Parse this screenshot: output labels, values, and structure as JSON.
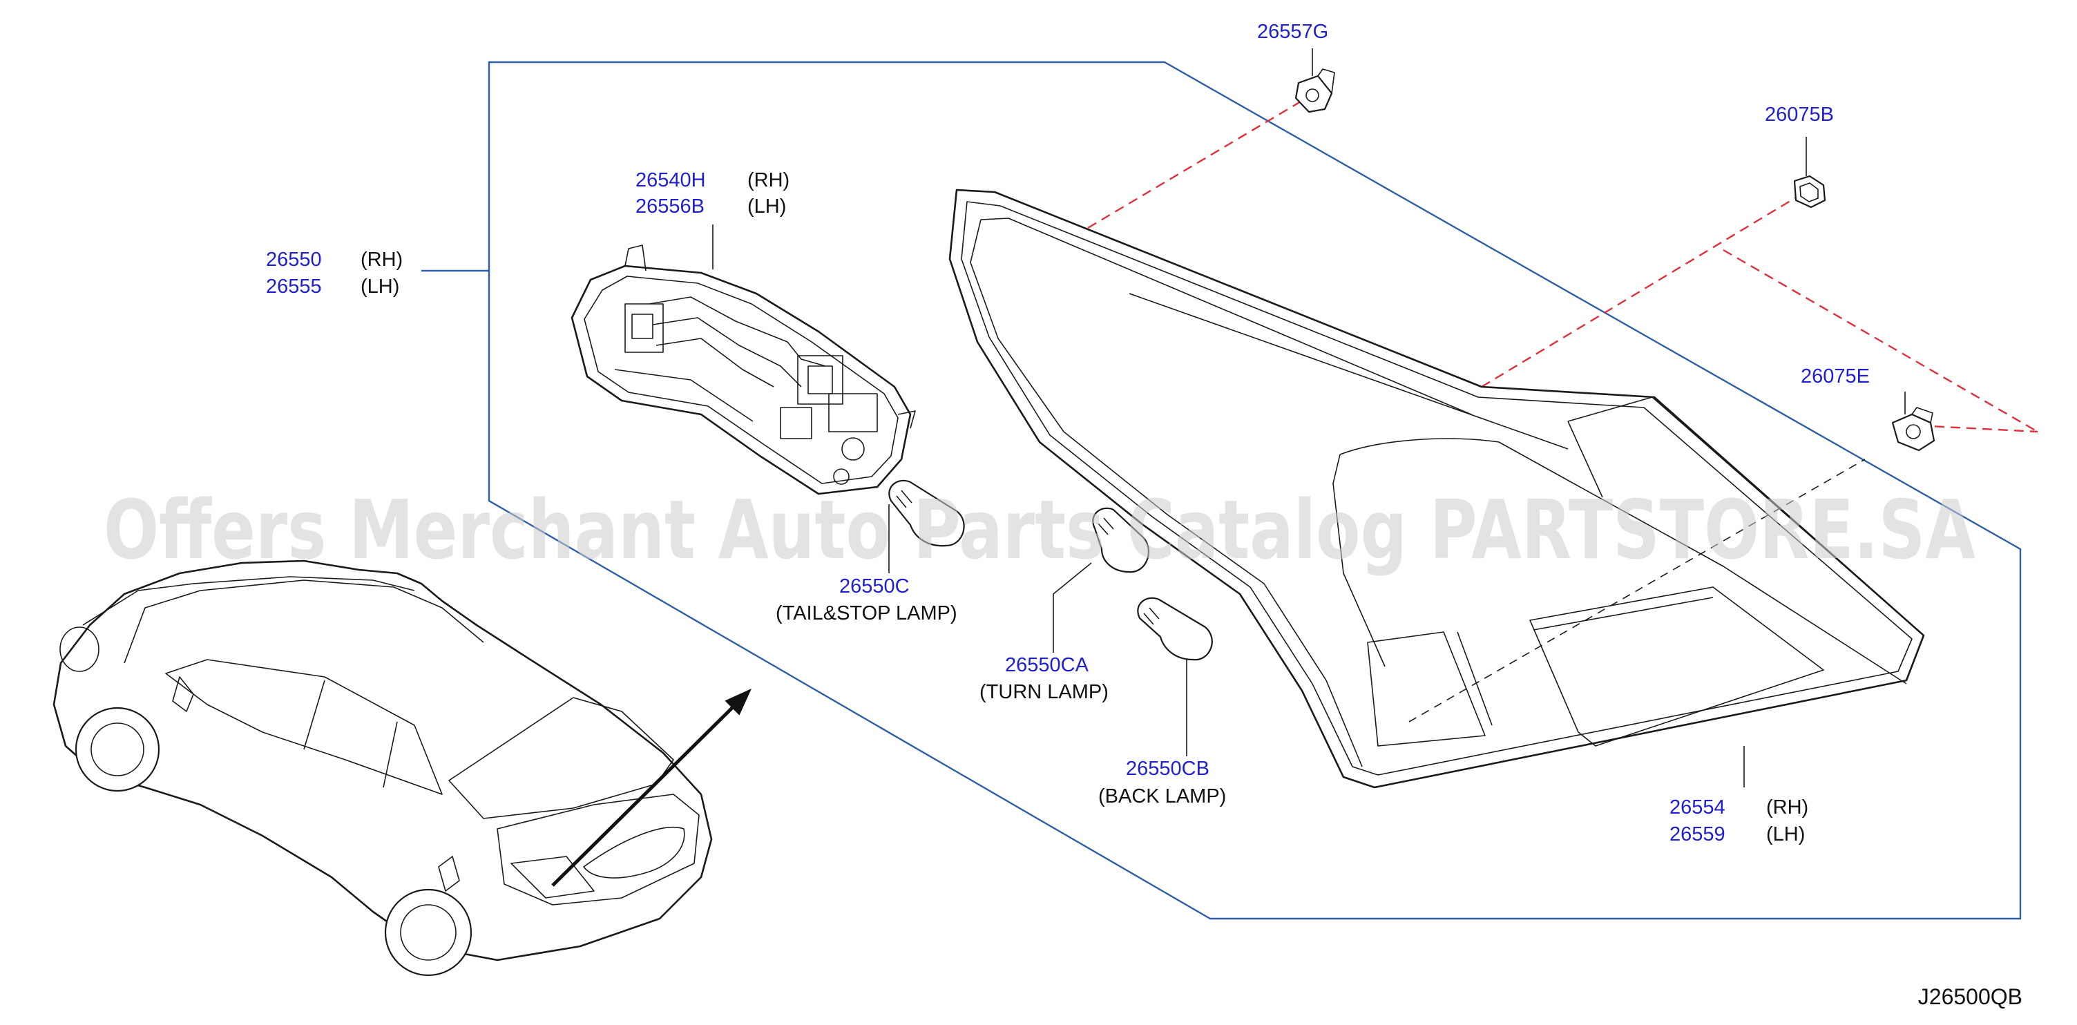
{
  "diagram": {
    "code": "J26500QB",
    "watermark": "Offers Merchant Auto Parts Catalog PARTSTORE.SA",
    "callouts": {
      "assembly": {
        "rh_part": "26550",
        "rh_side": "(RH)",
        "lh_part": "26555",
        "lh_side": "(LH)"
      },
      "socket": {
        "rh_part": "26540H",
        "rh_side": "(RH)",
        "lh_part": "26556B",
        "lh_side": "(LH)"
      },
      "lens": {
        "rh_part": "26554",
        "rh_side": "(RH)",
        "lh_part": "26559",
        "lh_side": "(LH)"
      },
      "clip": {
        "part": "26557G"
      },
      "nut": {
        "part": "26075B"
      },
      "grommet": {
        "part": "26075E"
      },
      "tail_stop": {
        "part": "26550C",
        "caption": "(TAIL&STOP   LAMP)"
      },
      "turn": {
        "part": "26550CA",
        "caption": "(TURN   LAMP)"
      },
      "back": {
        "part": "26550CB",
        "caption": "(BACK   LAMP)"
      }
    }
  }
}
